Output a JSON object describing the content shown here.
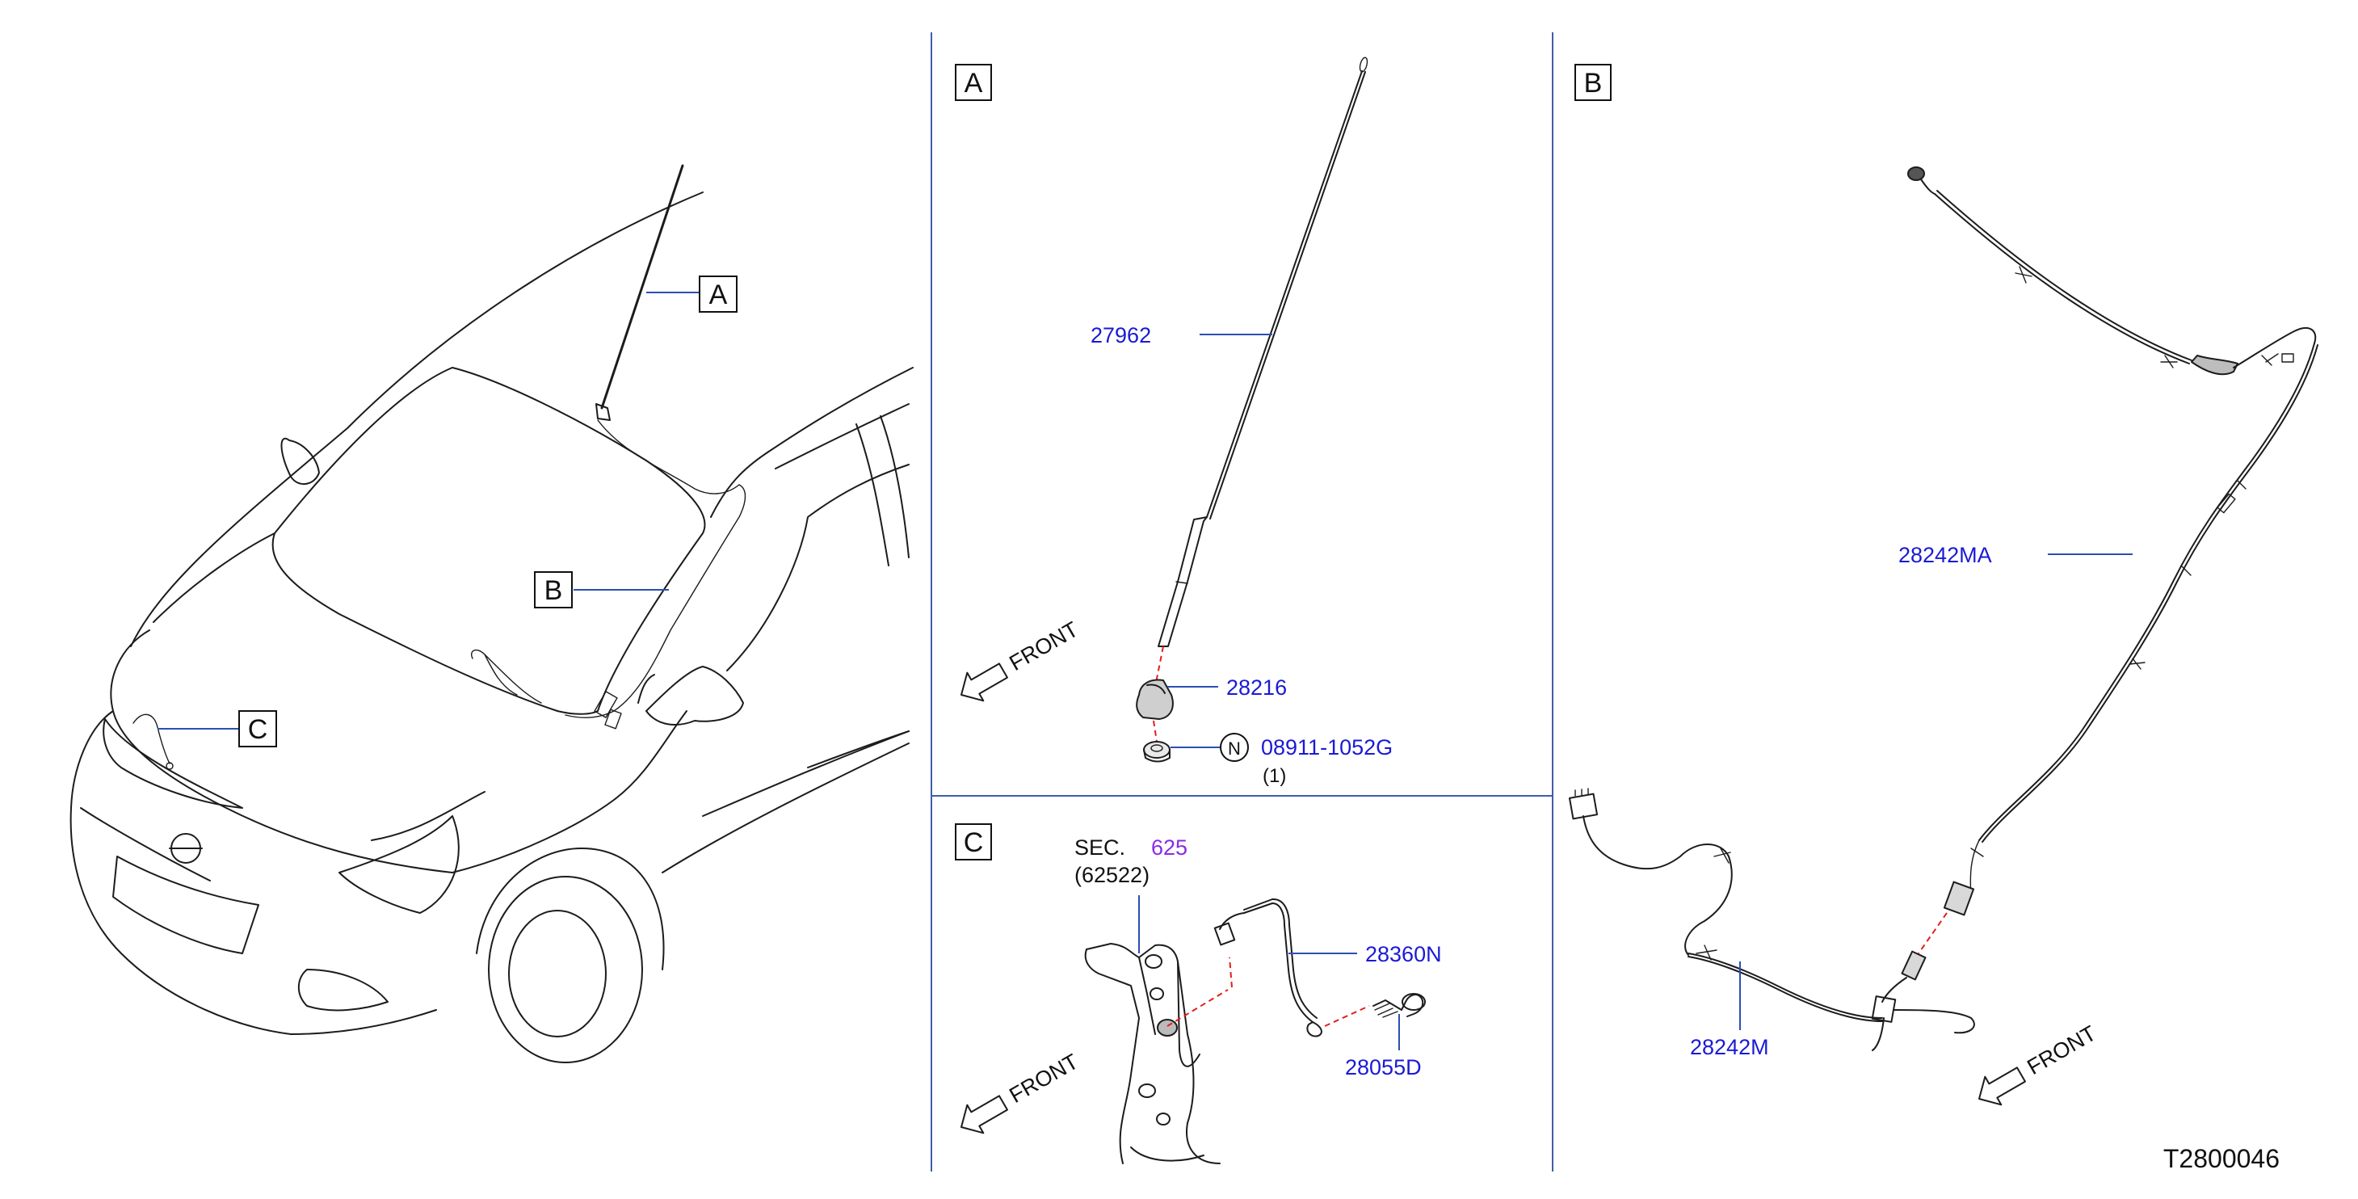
{
  "overview": {
    "callout_a": "A",
    "callout_b": "B",
    "callout_c": "C"
  },
  "panel_a": {
    "letter": "A",
    "parts": {
      "antenna_rod": "27962",
      "antenna_base": "28216",
      "nut_symbol": "N",
      "nut": "08911-1052G",
      "nut_qty": "(1)"
    },
    "front_label": "FRONT"
  },
  "panel_b": {
    "letter": "B",
    "parts": {
      "feeder_main": "28242MA",
      "feeder_sub": "28242M"
    },
    "front_label": "FRONT"
  },
  "panel_c": {
    "letter": "C",
    "sec_prefix": "SEC.",
    "sec_number": "625",
    "sec_ref": "(62522)",
    "parts": {
      "ground_cable": "28360N",
      "bolt": "28055D"
    },
    "front_label": "FRONT"
  },
  "footer": {
    "diagram_id": "T2800046"
  },
  "colors": {
    "part_number": "#1a1ad6",
    "section_link": "#8a2be2",
    "leader_line": "#2b4fb3",
    "alignment_dash": "#e0201b",
    "divider": "#3d5fa8"
  }
}
